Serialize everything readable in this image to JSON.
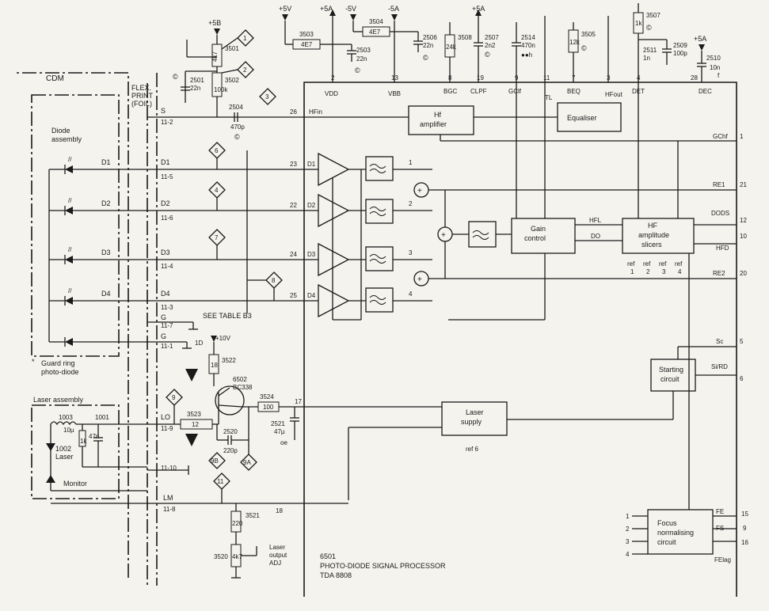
{
  "labels": {
    "cdm": "CDM",
    "flex1": "FLEX.",
    "flex2": "PRINT",
    "flex3": "(FOIL)",
    "diode_assembly_1": "Diode",
    "diode_assembly_2": "assembly",
    "guard_ring_1": "Guard ring",
    "guard_ring_2": "photo-diode",
    "laser_assembly": "Laser assembly",
    "laser": "Laser",
    "monitor": "Monitor",
    "see_table": "SEE TABLE B3",
    "laser_output_1": "Laser",
    "laser_output_2": "output",
    "laser_output_3": "ADJ",
    "ic_number": "6501",
    "ic_name": "PHOTO-DIODE SIGNAL PROCESSOR",
    "ic_type": "TDA 8808"
  },
  "rails": {
    "p5v": "+5V",
    "p5a": "+5A",
    "m5v": "-5V",
    "m5a": "-5A",
    "p5b": "+5B",
    "p10v": "+10V"
  },
  "blocks": {
    "hf_amp_1": "Hf",
    "hf_amp_2": "amplifier",
    "equaliser": "Equaliser",
    "gain_1": "Gain",
    "gain_2": "control",
    "slicer_1": "HF",
    "slicer_2": "amplitude",
    "slicer_3": "slicers",
    "starting_1": "Starting",
    "starting_2": "circuit",
    "laser_supply_1": "Laser",
    "laser_supply_2": "supply",
    "focus_1": "Focus",
    "focus_2": "normalising",
    "focus_3": "circuit"
  },
  "components": {
    "r3501": "3501",
    "r3501v": "4k7",
    "r3502": "3502",
    "r3502v": "100k",
    "c2501": "2501",
    "c2501v": "22n",
    "c2504": "2504",
    "c2504v": "470p",
    "r3503": "3503",
    "r3503v": "4E7",
    "c2503": "2503",
    "c2503v": "22n",
    "r3504": "3504",
    "r3504v": "4E7",
    "c2506": "2506",
    "c2506v": "22n",
    "r3508": "3508",
    "r3508v": "24k",
    "c2507": "2507",
    "c2507v": "2n2",
    "c2514": "2514",
    "c2514v": "470n",
    "r3505": "3505",
    "r3505v": "12k",
    "r3507": "3507",
    "r3507v": "1k",
    "c2511": "2511",
    "c2511v": "1n",
    "c2509": "2509",
    "c2509v": "100p",
    "c2510": "2510",
    "c2510v": "10n",
    "r3522": "3522",
    "r3522v": "18",
    "t6502": "6502",
    "t6502v": "BC338",
    "r3524": "3524",
    "r3524v": "100",
    "r3523": "3523",
    "r3523v": "12",
    "c2520": "2520",
    "c2520v": "220p",
    "c2521": "2521",
    "c2521v": "47µ",
    "r3521": "3521",
    "r3521v": "220",
    "r3520": "3520",
    "r3520v": "4k7",
    "l1003": "1003",
    "l1003v": "10µ",
    "r1001": "1001",
    "r1001v": "1k",
    "c47n": "47n",
    "d1002": "1002"
  },
  "pins": {
    "p2": "2",
    "p13": "13",
    "p8": "8",
    "p19": "19",
    "p9": "9",
    "p11": "11",
    "p7": "7",
    "p3": "3",
    "p4": "4",
    "p28": "28",
    "vdd": "VDD",
    "vbb": "VBB",
    "bgc": "BGC",
    "clpf": "CLPF",
    "gclf": "GClf",
    "tl": "TL",
    "beq": "BEQ",
    "hfout": "HFout",
    "det": "DET",
    "dec": "DEC",
    "p26": "26",
    "hfin": "HFin",
    "p23": "23",
    "p22": "22",
    "p24": "24",
    "p25": "25",
    "p17": "17",
    "p18": "18",
    "gchf": "GChf",
    "r1": "1",
    "re1": "RE1",
    "r21": "21",
    "dods": "DODS",
    "r12": "12",
    "r10": "10",
    "hfd": "HFD",
    "re2": "RE2",
    "r20": "20",
    "sc": "Sc",
    "r5": "5",
    "sird": "Si/RD",
    "r6": "6",
    "fe": "FE",
    "r15": "15",
    "fs": "FS",
    "r9": "9",
    "r16": "16",
    "felag": "FElag"
  },
  "connector": {
    "s": "S",
    "s_pin": "11-2",
    "d1": "D1",
    "d1_pin": "11-5",
    "d2": "D2",
    "d2_pin": "11-6",
    "d3": "D3",
    "d3_pin": "11-4",
    "d4": "D4",
    "d4_pin": "11-3",
    "g1": "G",
    "g1_pin": "11-7",
    "g2": "G",
    "g2_pin": "11-1",
    "g2_extra": "1D",
    "lo": "LO",
    "lo_pin": "11-9",
    "n1110": "11-10",
    "lm": "LM",
    "lm_pin": "11-8"
  },
  "diodes": [
    "D1",
    "D2",
    "D3",
    "D4"
  ],
  "amp_labels": [
    "D1",
    "D2",
    "D3",
    "D4"
  ],
  "filter_outputs": [
    "1",
    "2",
    "3",
    "4"
  ],
  "test_points": [
    "1",
    "2",
    "3",
    "6",
    "4",
    "7",
    "8",
    "9",
    "9B",
    "9A",
    "11"
  ],
  "refs": {
    "ref": "ref",
    "r1": "1",
    "r2": "2",
    "r3": "3",
    "r4": "4",
    "ref6": "ref 6"
  },
  "signals": {
    "hfl": "HFL",
    "do": "DO"
  },
  "focus_inputs": [
    "1",
    "2",
    "3",
    "4"
  ],
  "misc": {
    "cap_marks": "©",
    "dots": "●●h",
    "asterisk": "*",
    "oe": "oe",
    "flag": "f"
  }
}
